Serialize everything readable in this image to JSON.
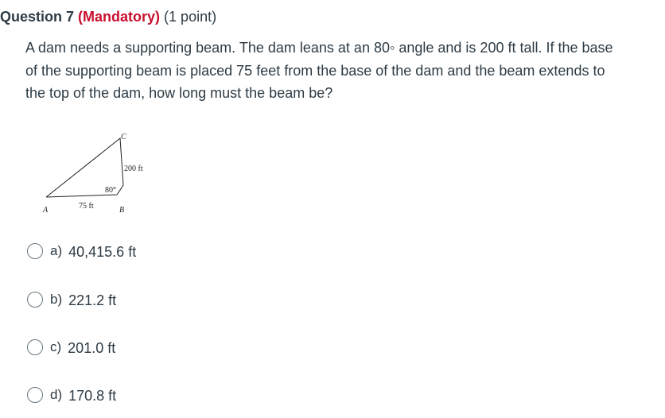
{
  "question": {
    "title": "Question 7",
    "mandatory": "(Mandatory)",
    "points": "(1 point)",
    "text": "A dam needs a supporting beam. The dam leans at an 80◦ angle and is 200 ft tall. If the base of the supporting beam is placed 75 feet from the base of the dam and the beam extends to the top of the dam, how long must the beam be?"
  },
  "diagram": {
    "vertex_a": "A",
    "vertex_b": "B",
    "vertex_c": "C",
    "side_ab": "75 ft",
    "side_bc": "200 ft",
    "angle_b": "80°"
  },
  "options": [
    {
      "letter": "a)",
      "value": "40,415.6 ft"
    },
    {
      "letter": "b)",
      "value": "221.2 ft"
    },
    {
      "letter": "c)",
      "value": "201.0 ft"
    },
    {
      "letter": "d)",
      "value": "170.8 ft"
    }
  ],
  "colors": {
    "mandatory": "#c8102e",
    "text": "#2d3b45"
  }
}
